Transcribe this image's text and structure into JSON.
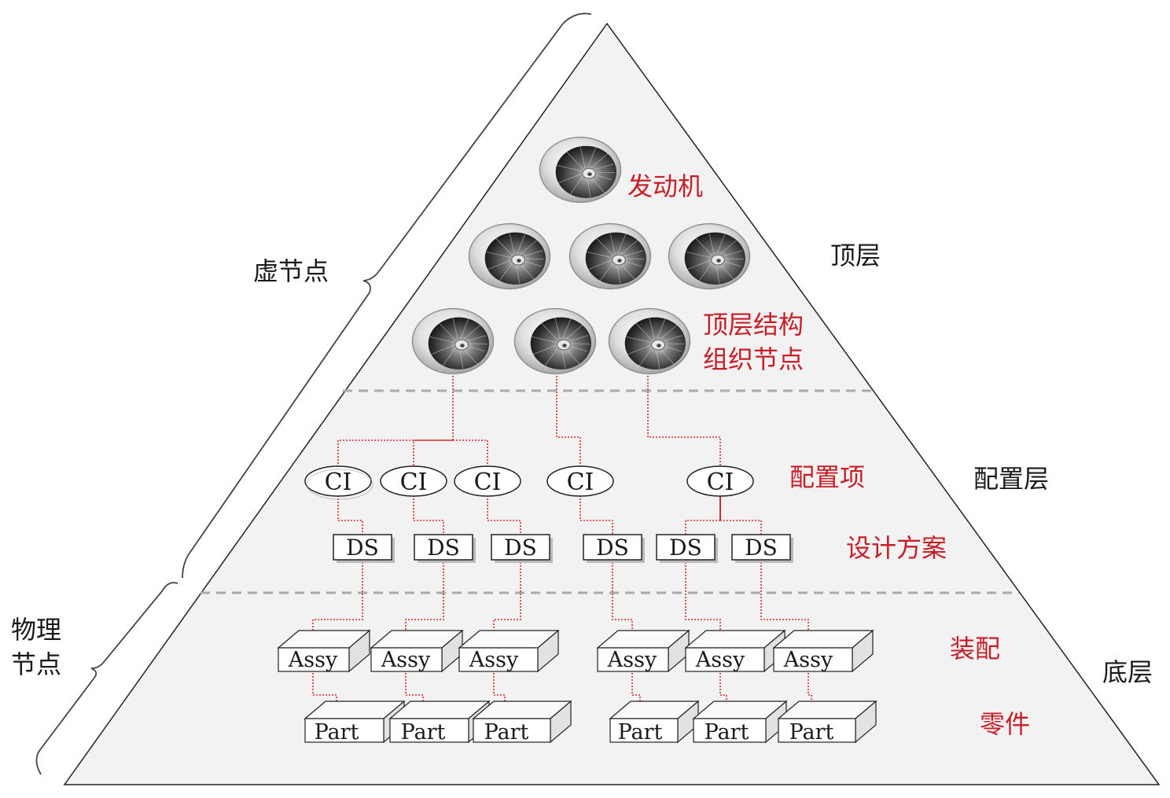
{
  "colors": {
    "accent_red": "#c81e28",
    "text_dark": "#1a1a1a",
    "pyramid_fill": "#f2f2f2",
    "pyramid_stroke": "#222222",
    "dashed_divider": "#aaaaaa",
    "connector_red": "#d42a2a"
  },
  "labels": {
    "virtual_node": "虚节点",
    "physical_node_line1": "物理",
    "physical_node_line2": "节点",
    "top_layer": "顶层",
    "config_layer": "配置层",
    "bottom_layer": "底层",
    "engine": "发动机",
    "top_structure_line1": "顶层结构",
    "top_structure_line2": "组织节点",
    "config_item": "配置项",
    "design_scheme": "设计方案",
    "assembly": "装配",
    "part": "零件"
  },
  "nodes": {
    "engine_icon": "jet-engine-icon",
    "ci_text": "CI",
    "ds_text": "DS",
    "assy_text": "Assy",
    "part_text": "Part"
  }
}
